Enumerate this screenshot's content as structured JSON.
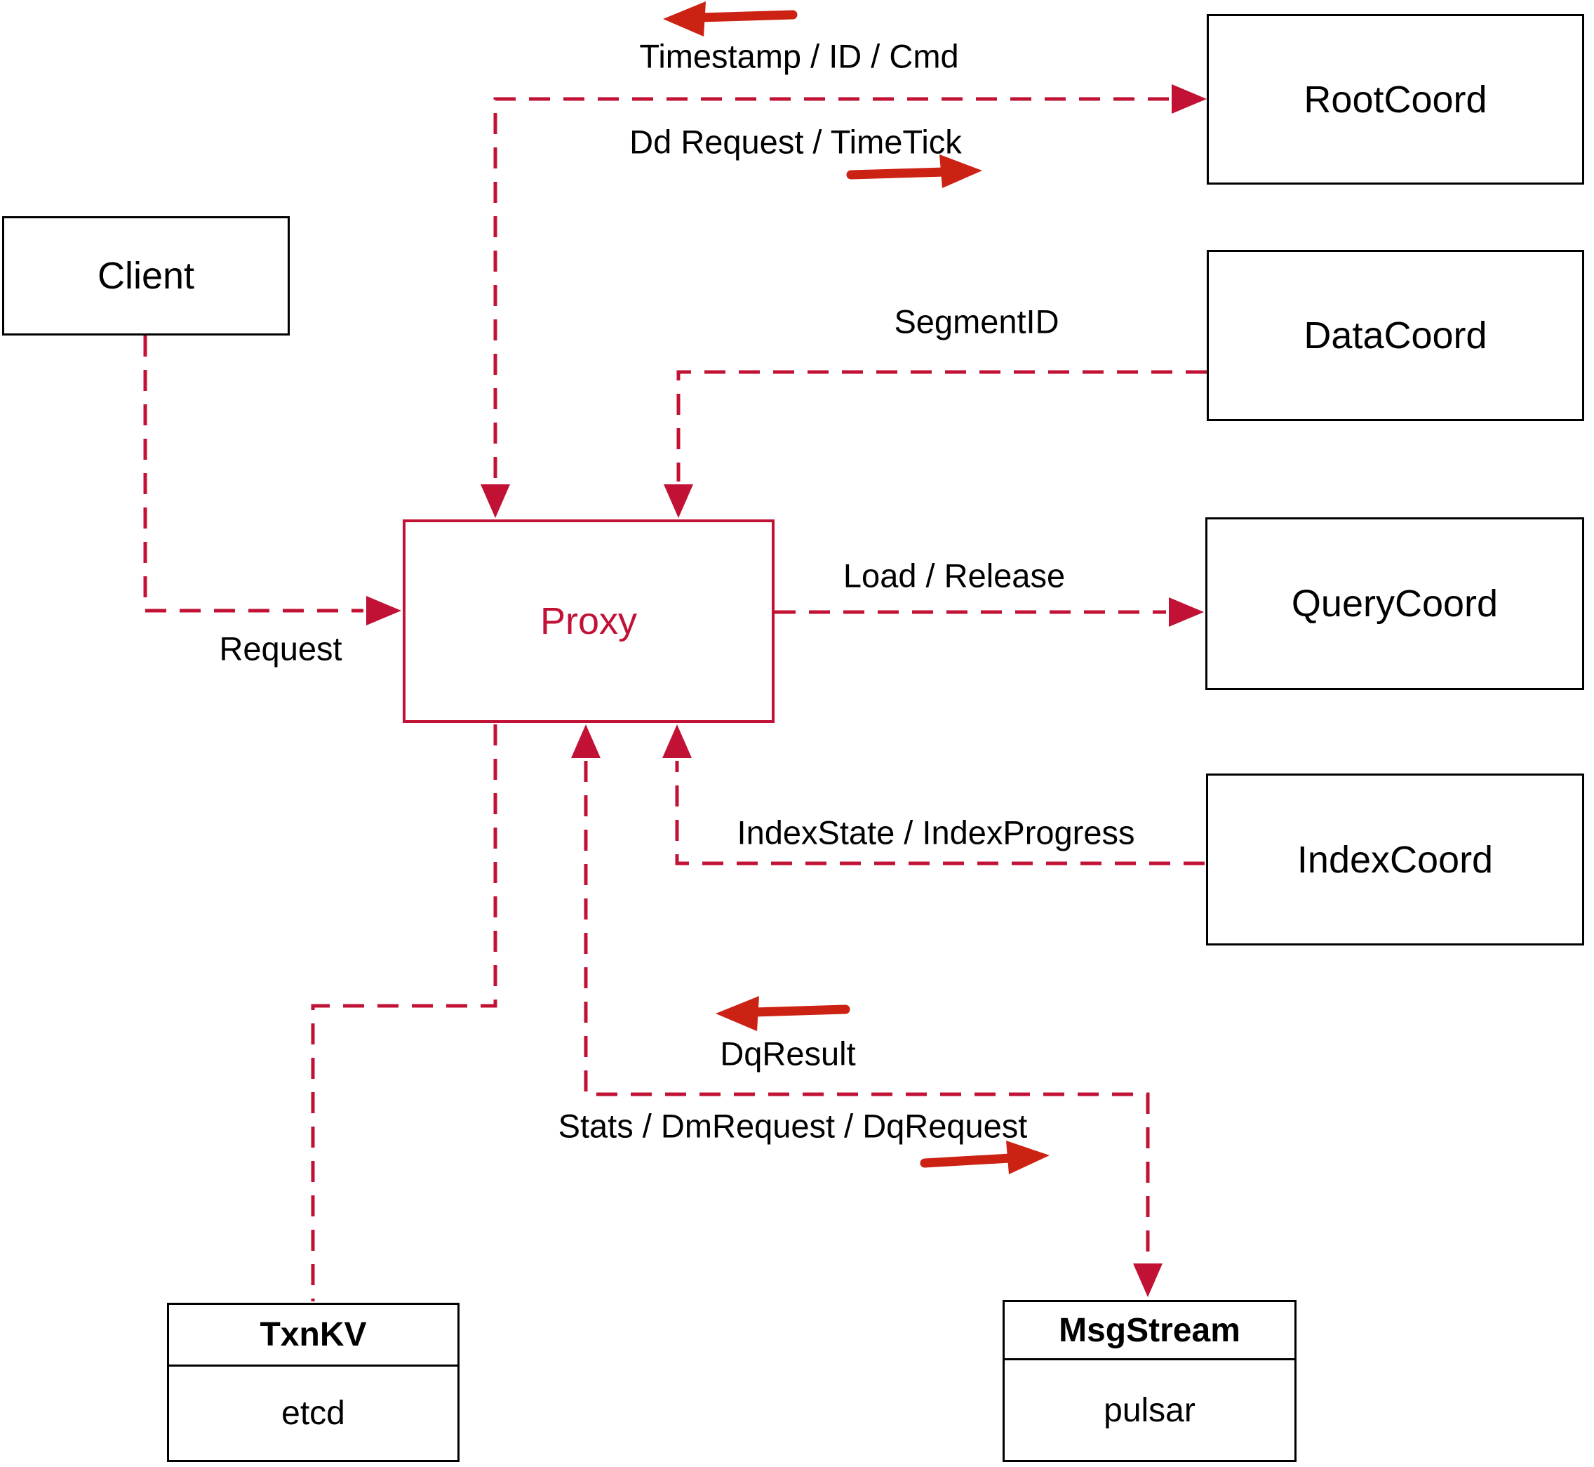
{
  "diagram": {
    "nodes": {
      "client": {
        "label": "Client"
      },
      "proxy": {
        "label": "Proxy"
      },
      "root_coord": {
        "label": "RootCoord"
      },
      "data_coord": {
        "label": "DataCoord"
      },
      "query_coord": {
        "label": "QueryCoord"
      },
      "index_coord": {
        "label": "IndexCoord"
      },
      "txn_kv": {
        "title": "TxnKV",
        "body": "etcd"
      },
      "msg_stream": {
        "title": "MsgStream",
        "body": "pulsar"
      }
    },
    "edge_labels": {
      "timestamp": "Timestamp / ID / Cmd",
      "dd_request": "Dd Request / TimeTick",
      "segment_id": "SegmentID",
      "load_release": "Load / Release",
      "index_state": "IndexState / IndexProgress",
      "request": "Request",
      "dq_result": "DqResult",
      "stats": "Stats / DmRequest / DqRequest"
    },
    "colors": {
      "dashed_line": "#c11236",
      "annotation_arrow": "#cc2213",
      "box_border": "#000000"
    }
  }
}
